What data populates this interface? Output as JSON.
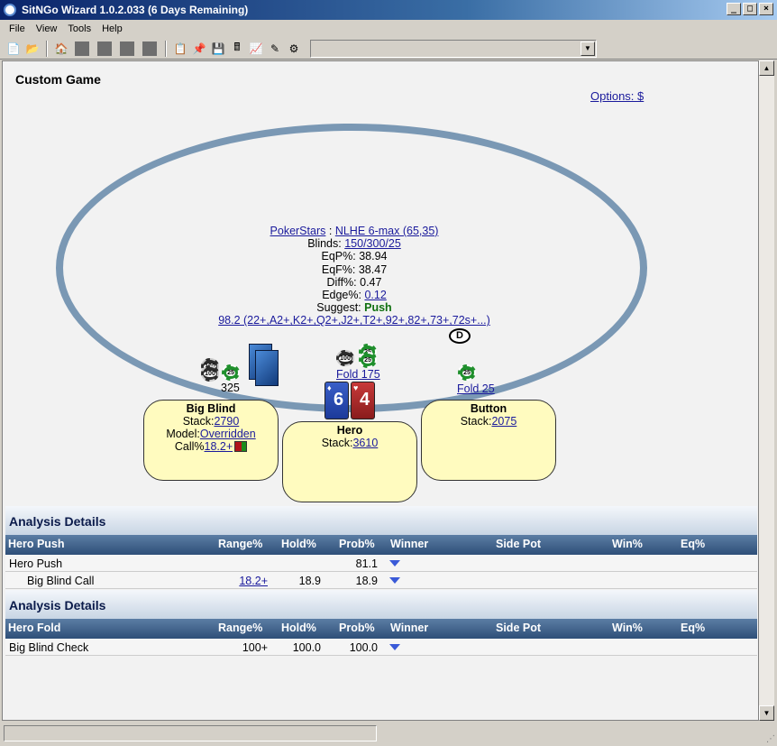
{
  "window": {
    "title": "SitNGo Wizard 1.0.2.033 (6 Days Remaining)",
    "min": "_",
    "max": "□",
    "close": "×"
  },
  "menu": [
    "File",
    "View",
    "Tools",
    "Help"
  ],
  "page": {
    "title": "Custom Game",
    "options_link": "Options: $"
  },
  "game": {
    "site": "PokerStars",
    "sep": ":",
    "structure": "NLHE 6-max (65,35)",
    "blinds_label": "Blinds:",
    "blinds": "150/300/25",
    "eqp_label": "EqP%:",
    "eqp": "38.94",
    "eqf_label": "EqF%:",
    "eqf": "38.47",
    "diff_label": "Diff%:",
    "diff": "0.47",
    "edge_label": "Edge%:",
    "edge": "0.12",
    "suggest_label": "Suggest:",
    "suggest": "Push",
    "range": "98.2 (22+,A2+,K2+,Q2+,J2+,T2+,92+,82+,73+,72s+...)"
  },
  "bets": {
    "bb_amount": "325",
    "hero_action": "Fold 175",
    "button_action": "Fold 25",
    "chip_100": "100",
    "chip_25": "25",
    "dealer": "D"
  },
  "seats": {
    "big_blind": {
      "name": "Big Blind",
      "stack_label": "Stack:",
      "stack": "2790",
      "model_label": "Model:",
      "model": "Overridden",
      "call_label": "Call%",
      "call": "18.2+"
    },
    "hero": {
      "name": "Hero",
      "stack_label": "Stack:",
      "stack": "3610",
      "card1_rank": "6",
      "card1_suit": "♦",
      "card2_rank": "4",
      "card2_suit": "♥"
    },
    "button": {
      "name": "Button",
      "stack_label": "Stack:",
      "stack": "2075"
    }
  },
  "analysis": [
    {
      "title": "Analysis Details",
      "columns": [
        "Hero Push",
        "Range%",
        "Hold%",
        "Prob%",
        "Winner",
        "Side Pot",
        "Win%",
        "Eq%"
      ],
      "rows": [
        {
          "name": "Hero Push",
          "range": "",
          "hold": "",
          "prob": "81.1"
        },
        {
          "name": "Big Blind Call",
          "range": "18.2+",
          "hold": "18.9",
          "prob": "18.9"
        }
      ]
    },
    {
      "title": "Analysis Details",
      "columns": [
        "Hero Fold",
        "Range%",
        "Hold%",
        "Prob%",
        "Winner",
        "Side Pot",
        "Win%",
        "Eq%"
      ],
      "rows": [
        {
          "name": "Big Blind Check",
          "range": "100+",
          "hold": "100.0",
          "prob": "100.0"
        }
      ]
    }
  ],
  "colors": {
    "table_ring": "#7a98b4",
    "seat_fill": "#fffbbf",
    "suggest": "#107010",
    "link": "#1a1a9c",
    "header": "#2e4f78"
  },
  "icons": [
    "new-file-icon",
    "open-folder-icon",
    "home-icon",
    "copy-icon",
    "paste-icon",
    "export-icon",
    "calculator-icon",
    "chart-icon",
    "edit-icon",
    "settings-icon"
  ]
}
